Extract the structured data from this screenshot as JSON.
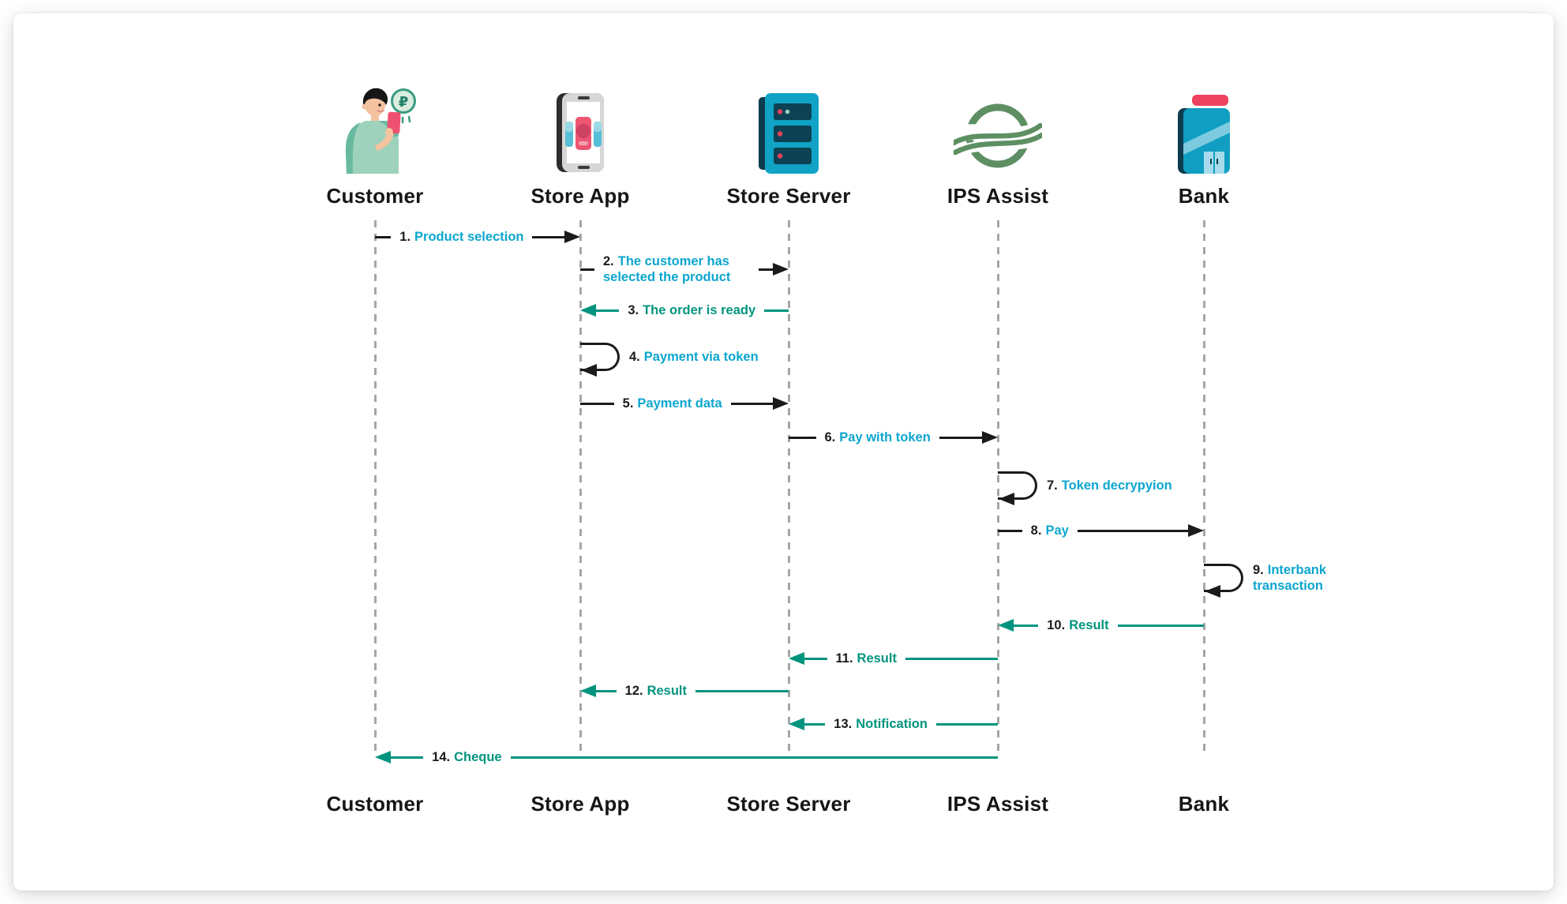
{
  "diagram": {
    "actors": [
      {
        "id": "customer",
        "label": "Customer",
        "icon": "customer-icon"
      },
      {
        "id": "store-app",
        "label": "Store App",
        "icon": "smartphone-icon"
      },
      {
        "id": "store-server",
        "label": "Store Server",
        "icon": "server-icon"
      },
      {
        "id": "ips-assist",
        "label": "IPS Assist",
        "icon": "assist-logo-icon"
      },
      {
        "id": "bank",
        "label": "Bank",
        "icon": "bank-icon"
      }
    ],
    "messages": [
      {
        "num": "1.",
        "text": "Product selection",
        "from": "Customer",
        "to": "Store App",
        "kind": "request"
      },
      {
        "num": "2.",
        "text": "The customer has selected the product",
        "from": "Store App",
        "to": "Store Server",
        "kind": "request"
      },
      {
        "num": "3.",
        "text": "The order is ready",
        "from": "Store Server",
        "to": "Store App",
        "kind": "response"
      },
      {
        "num": "4.",
        "text": "Payment via token",
        "from": "Store App",
        "to": "Store App",
        "kind": "self"
      },
      {
        "num": "5.",
        "text": "Payment data",
        "from": "Store App",
        "to": "Store Server",
        "kind": "request"
      },
      {
        "num": "6.",
        "text": "Pay with token",
        "from": "Store Server",
        "to": "IPS Assist",
        "kind": "request"
      },
      {
        "num": "7.",
        "text": "Token decrypyion",
        "from": "IPS Assist",
        "to": "IPS Assist",
        "kind": "self"
      },
      {
        "num": "8.",
        "text": "Pay",
        "from": "IPS Assist",
        "to": "Bank",
        "kind": "request"
      },
      {
        "num": "9.",
        "text": "Interbank transaction",
        "from": "Bank",
        "to": "Bank",
        "kind": "self"
      },
      {
        "num": "10.",
        "text": "Result",
        "from": "Bank",
        "to": "IPS Assist",
        "kind": "response"
      },
      {
        "num": "11.",
        "text": "Result",
        "from": "IPS Assist",
        "to": "Store Server",
        "kind": "response"
      },
      {
        "num": "12.",
        "text": "Result",
        "from": "Store Server",
        "to": "Store App",
        "kind": "response"
      },
      {
        "num": "13.",
        "text": "Notification",
        "from": "IPS Assist",
        "to": "Store Server",
        "kind": "response"
      },
      {
        "num": "14.",
        "text": "Cheque",
        "from": "IPS Assist",
        "to": "Customer",
        "kind": "response"
      }
    ],
    "colors": {
      "request_text": "#0ca6ce",
      "request_line": "#1b1b1b",
      "response_text": "#00947e",
      "response_line": "#00947e",
      "number_text": "#1b1b1b",
      "lifeline": "#a6a6a6",
      "assist_logo_green": "#5d8f63",
      "accent_red": "#ef4160",
      "accent_cyan": "#10a3c6"
    }
  }
}
